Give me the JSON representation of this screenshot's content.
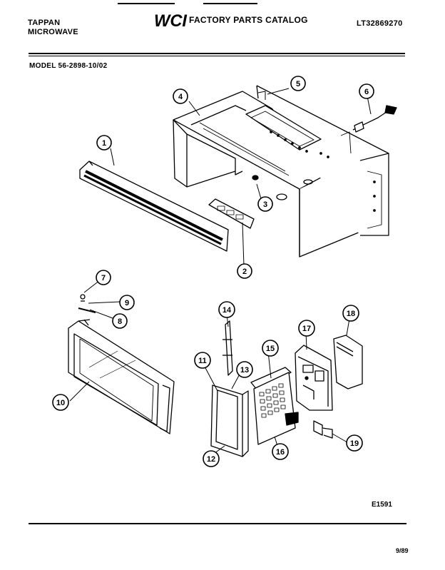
{
  "header": {
    "brand_line1": "TAPPAN",
    "brand_line2": "MICROWAVE",
    "logo_text": "WCI",
    "catalog_title": "FACTORY PARTS CATALOG",
    "catalog_code": "LT32869270"
  },
  "model_label": "MODEL 56-2898-10/02",
  "figure_ref": "E1591",
  "date": "9/89",
  "callouts": [
    "1",
    "2",
    "3",
    "4",
    "5",
    "6",
    "7",
    "8",
    "9",
    "10",
    "11",
    "12",
    "13",
    "14",
    "15",
    "16",
    "17",
    "18",
    "19"
  ]
}
